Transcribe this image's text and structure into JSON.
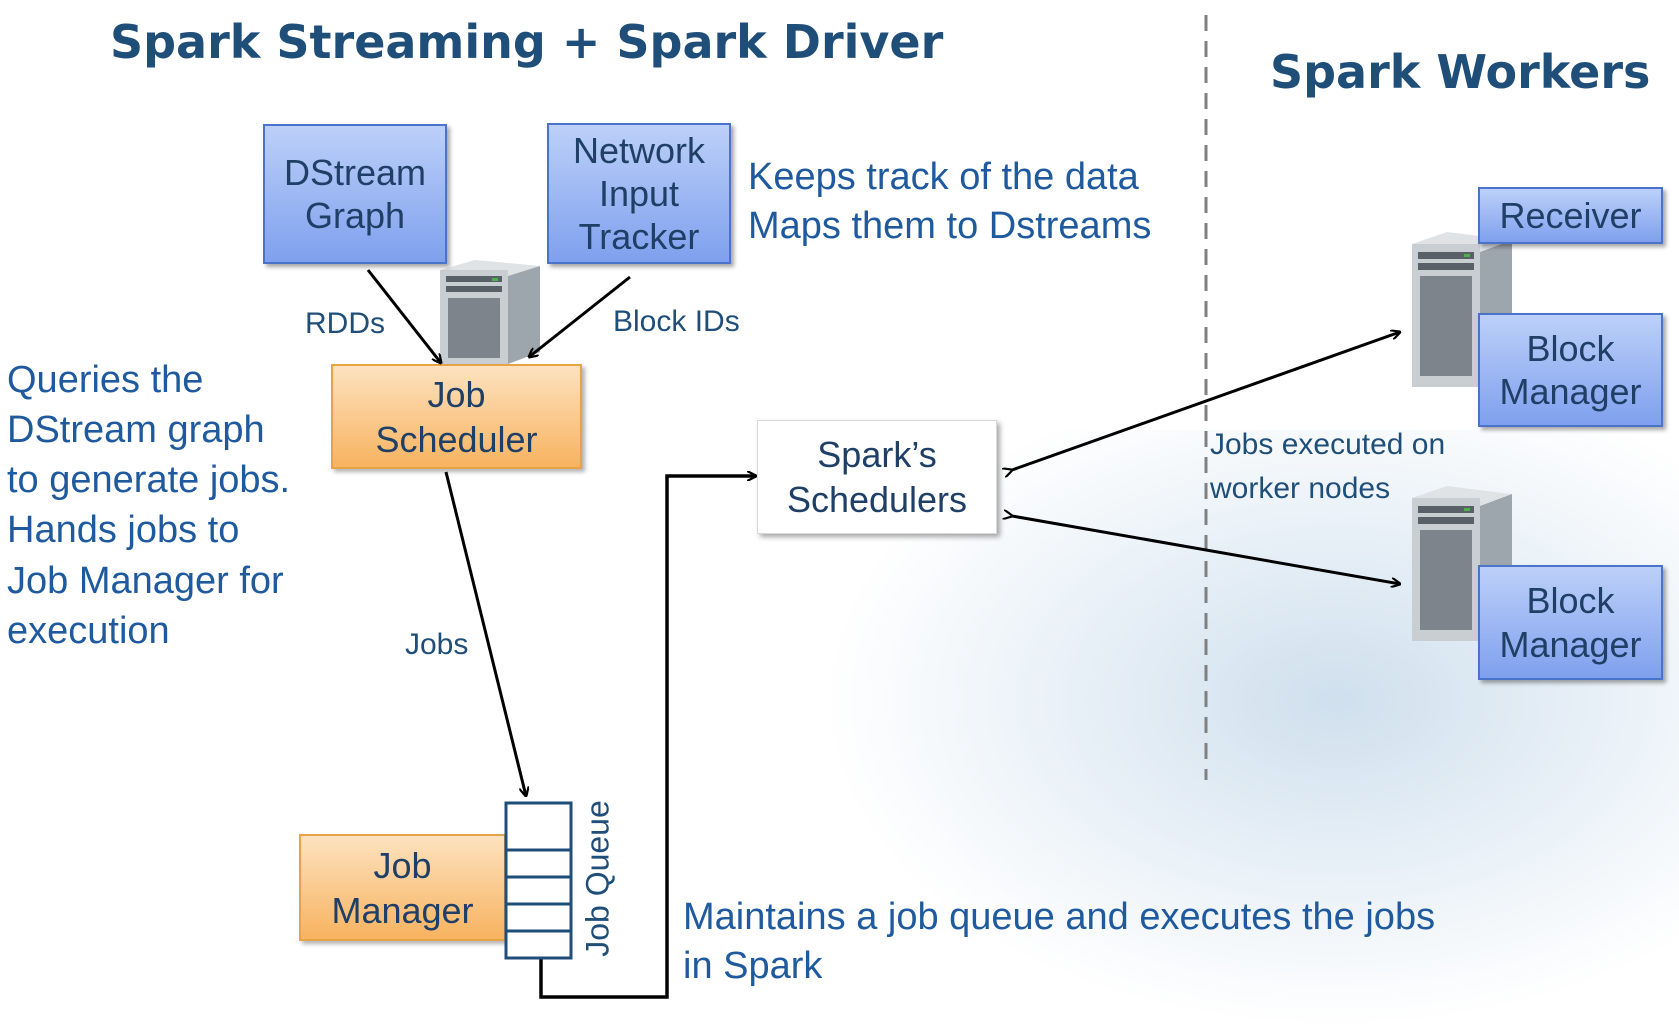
{
  "titles": {
    "driver": "Spark Streaming + Spark Driver",
    "workers": "Spark Workers"
  },
  "boxes": {
    "dstream_graph": "DStream\nGraph",
    "network_input_tracker": "Network\nInput\nTracker",
    "job_scheduler": "Job\nScheduler",
    "job_manager": "Job\nManager",
    "sparks_schedulers": "Spark’s\nSchedulers",
    "receiver": "Receiver",
    "block_manager_1": "Block\nManager",
    "block_manager_2": "Block\nManager"
  },
  "labels": {
    "rdds": "RDDs",
    "block_ids": "Block IDs",
    "jobs": "Jobs",
    "job_queue": "Job Queue",
    "jobs_executed": "Jobs executed on\nworker nodes"
  },
  "descriptions": {
    "tracker": "Keeps track of the data\nMaps them to Dstreams",
    "scheduler": "Queries the\nDStream graph\nto generate jobs.\nHands jobs to\nJob Manager for\nexecution",
    "manager": "Maintains a job queue and executes the jobs\nin Spark"
  },
  "colors": {
    "title": "#1f4e79",
    "blue_box": "#8fb0f2",
    "orange_box": "#f9c27e",
    "text_blue": "#1f5a9e"
  }
}
